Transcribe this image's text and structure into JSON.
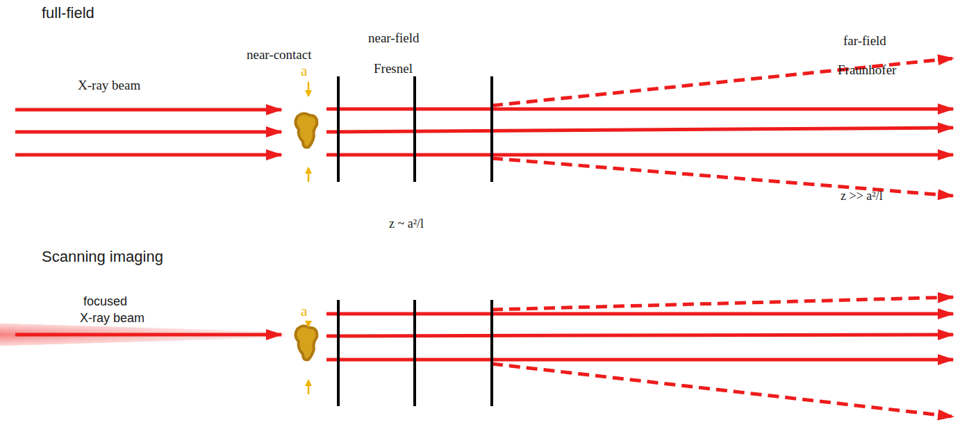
{
  "diagram": {
    "labels": [
      "full-field",
      "near-contact",
      "near-field",
      "Fresnel",
      "far-field",
      "Fraunhofer",
      "X-ray beam",
      "a",
      "z ~ a²/l",
      "z >> a²/l",
      "Scanning imaging",
      "focused",
      "X-ray beam",
      "a"
    ]
  }
}
